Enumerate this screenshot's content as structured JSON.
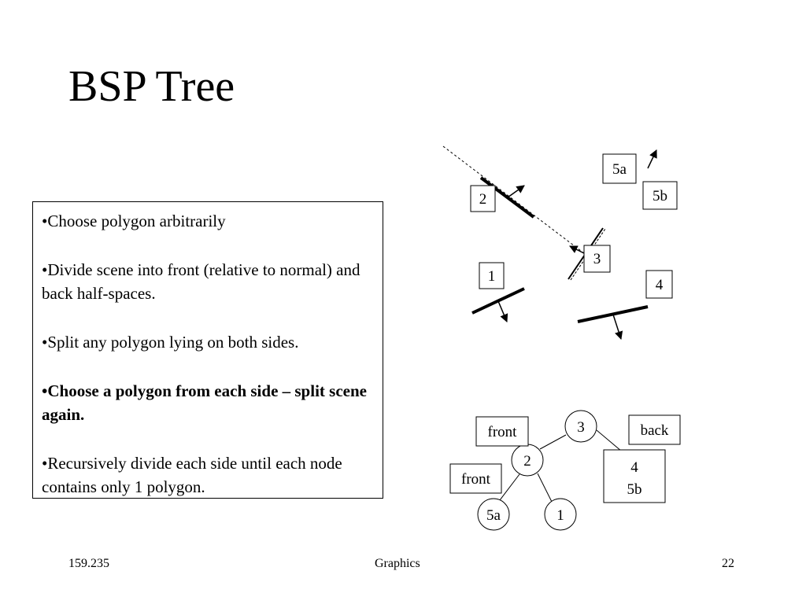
{
  "slide": {
    "title": "BSP Tree",
    "bullets": [
      {
        "text": "•Choose polygon arbitrarily",
        "bold": false
      },
      {
        "text": "•Divide scene into front (relative to normal) and back half-spaces.",
        "bold": false
      },
      {
        "text": "•Split any polygon lying on both sides.",
        "bold": false
      },
      {
        "text": "•Choose a polygon from each side – split scene again.",
        "bold": true
      },
      {
        "text": "•Recursively divide each side until each node contains only 1 polygon.",
        "bold": false
      }
    ]
  },
  "scene": {
    "labels": {
      "p1": "1",
      "p2": "2",
      "p3": "3",
      "p4": "4",
      "p5a": "5a",
      "p5b": "5b"
    }
  },
  "tree": {
    "root": "3",
    "node_2": "2",
    "node_5a": "5a",
    "node_1": "1",
    "back_leaf_line1": "4",
    "back_leaf_line2": "5b",
    "front_label_top": "front",
    "front_label_bottom": "front",
    "back_label": "back"
  },
  "footer": {
    "course": "159.235",
    "subject": "Graphics",
    "page": "22"
  }
}
